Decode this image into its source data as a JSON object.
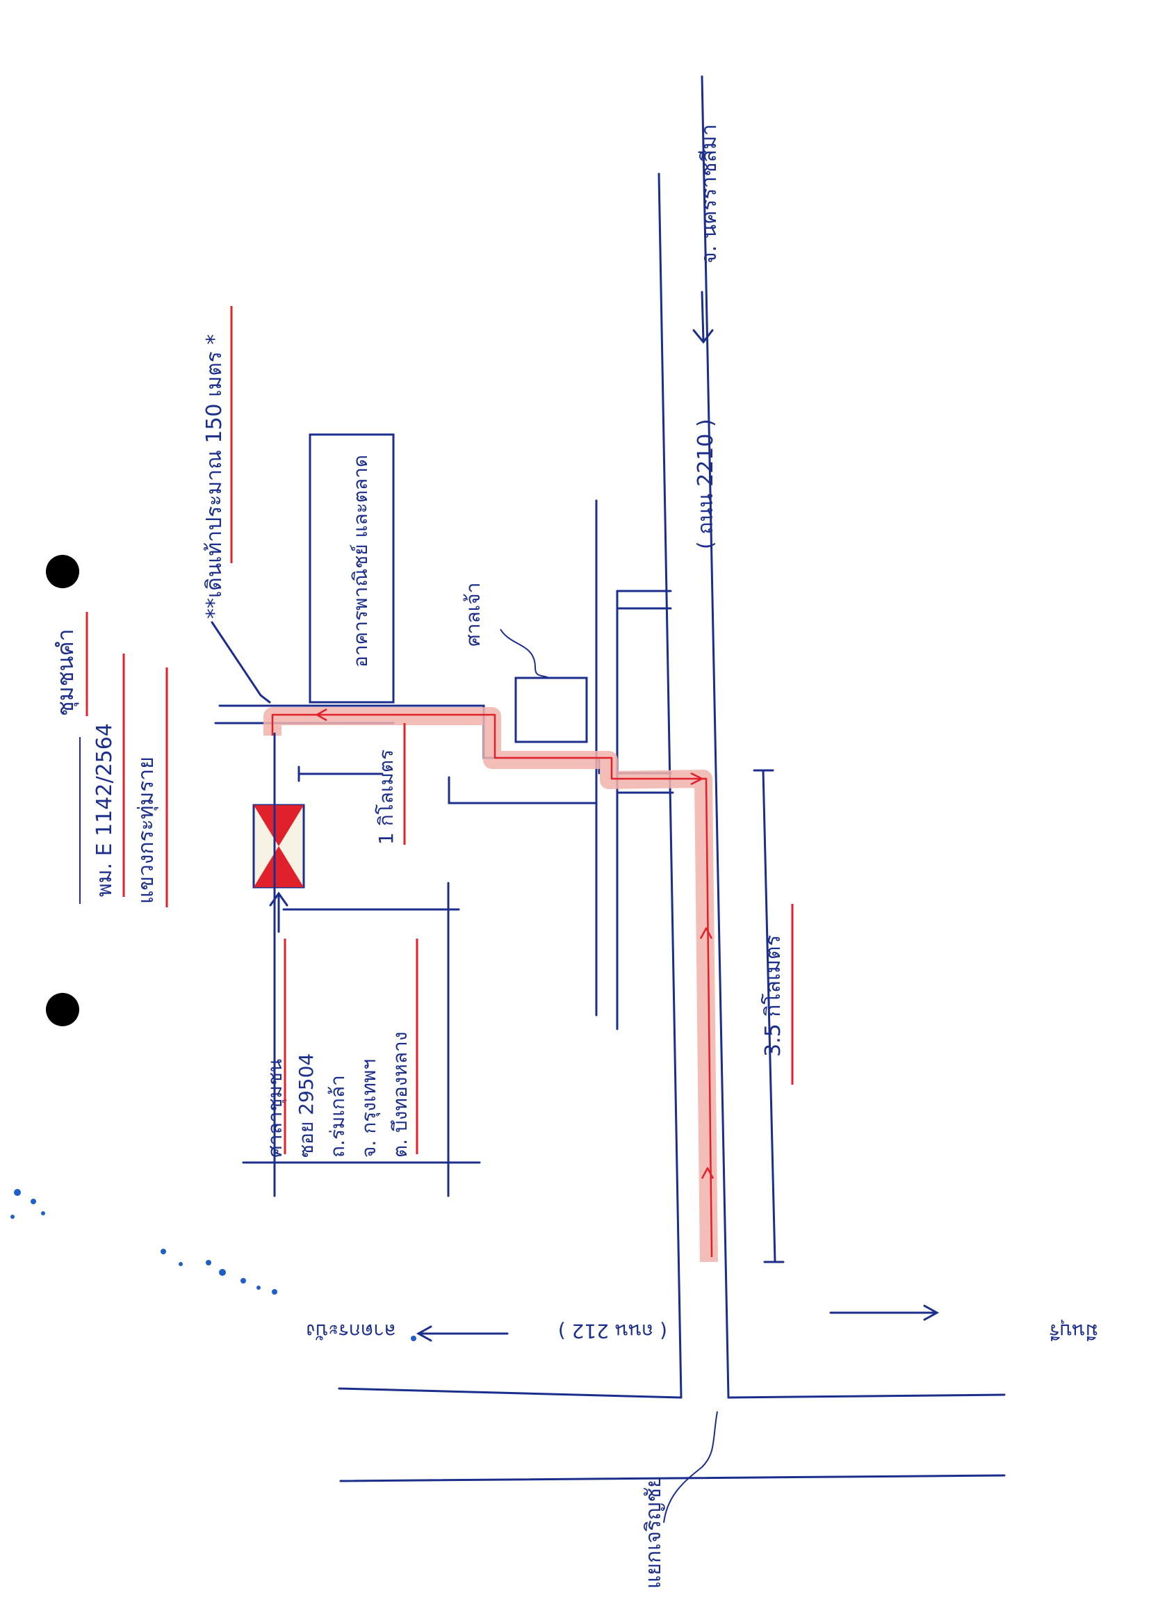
{
  "title": {
    "name": "ชุมชนคำ",
    "code": "พม. E 1142/2564",
    "district": "แขวงกระทุ่มราย"
  },
  "notes": {
    "warning": "**เดินเท้าประมาณ 150 เมตร *"
  },
  "labels": {
    "big_building": "อาคารพาณิชย์ และตลาด",
    "small_building": "ศาลเจ้า",
    "distance_short": "1 กิโลเมตร",
    "distance_long": "3.5 กิโลเมตร",
    "address_line1": "ศาลาชุมชน",
    "address_line2": "ซอย 29504",
    "address_line3": "ถ.ร่มเกล้า",
    "address_line4": "จ. กรุงเทพฯ",
    "address_line5": "ต. บึงทองหลาง"
  },
  "roads": {
    "main_road_label": "( ถนน 2210 )",
    "main_road_dest": "จ. นครราชสีมา",
    "cross_road_label": "( ถนน 212 )",
    "cross_road_west": "ลาดกระบัง",
    "cross_road_east": "มีนบุรี",
    "junction": "แยกเจริญชัย"
  },
  "colors": {
    "ink": "#1b2e8c",
    "accent_red": "#e0202a",
    "route_highlight": "#f2b3ac",
    "paper": "#ffffff",
    "landmark_fill": "#f6f3e4"
  },
  "icons": {
    "landmark": "hourglass-marker-icon",
    "hole": "binder-hole-icon",
    "arrow": "arrow-icon"
  }
}
